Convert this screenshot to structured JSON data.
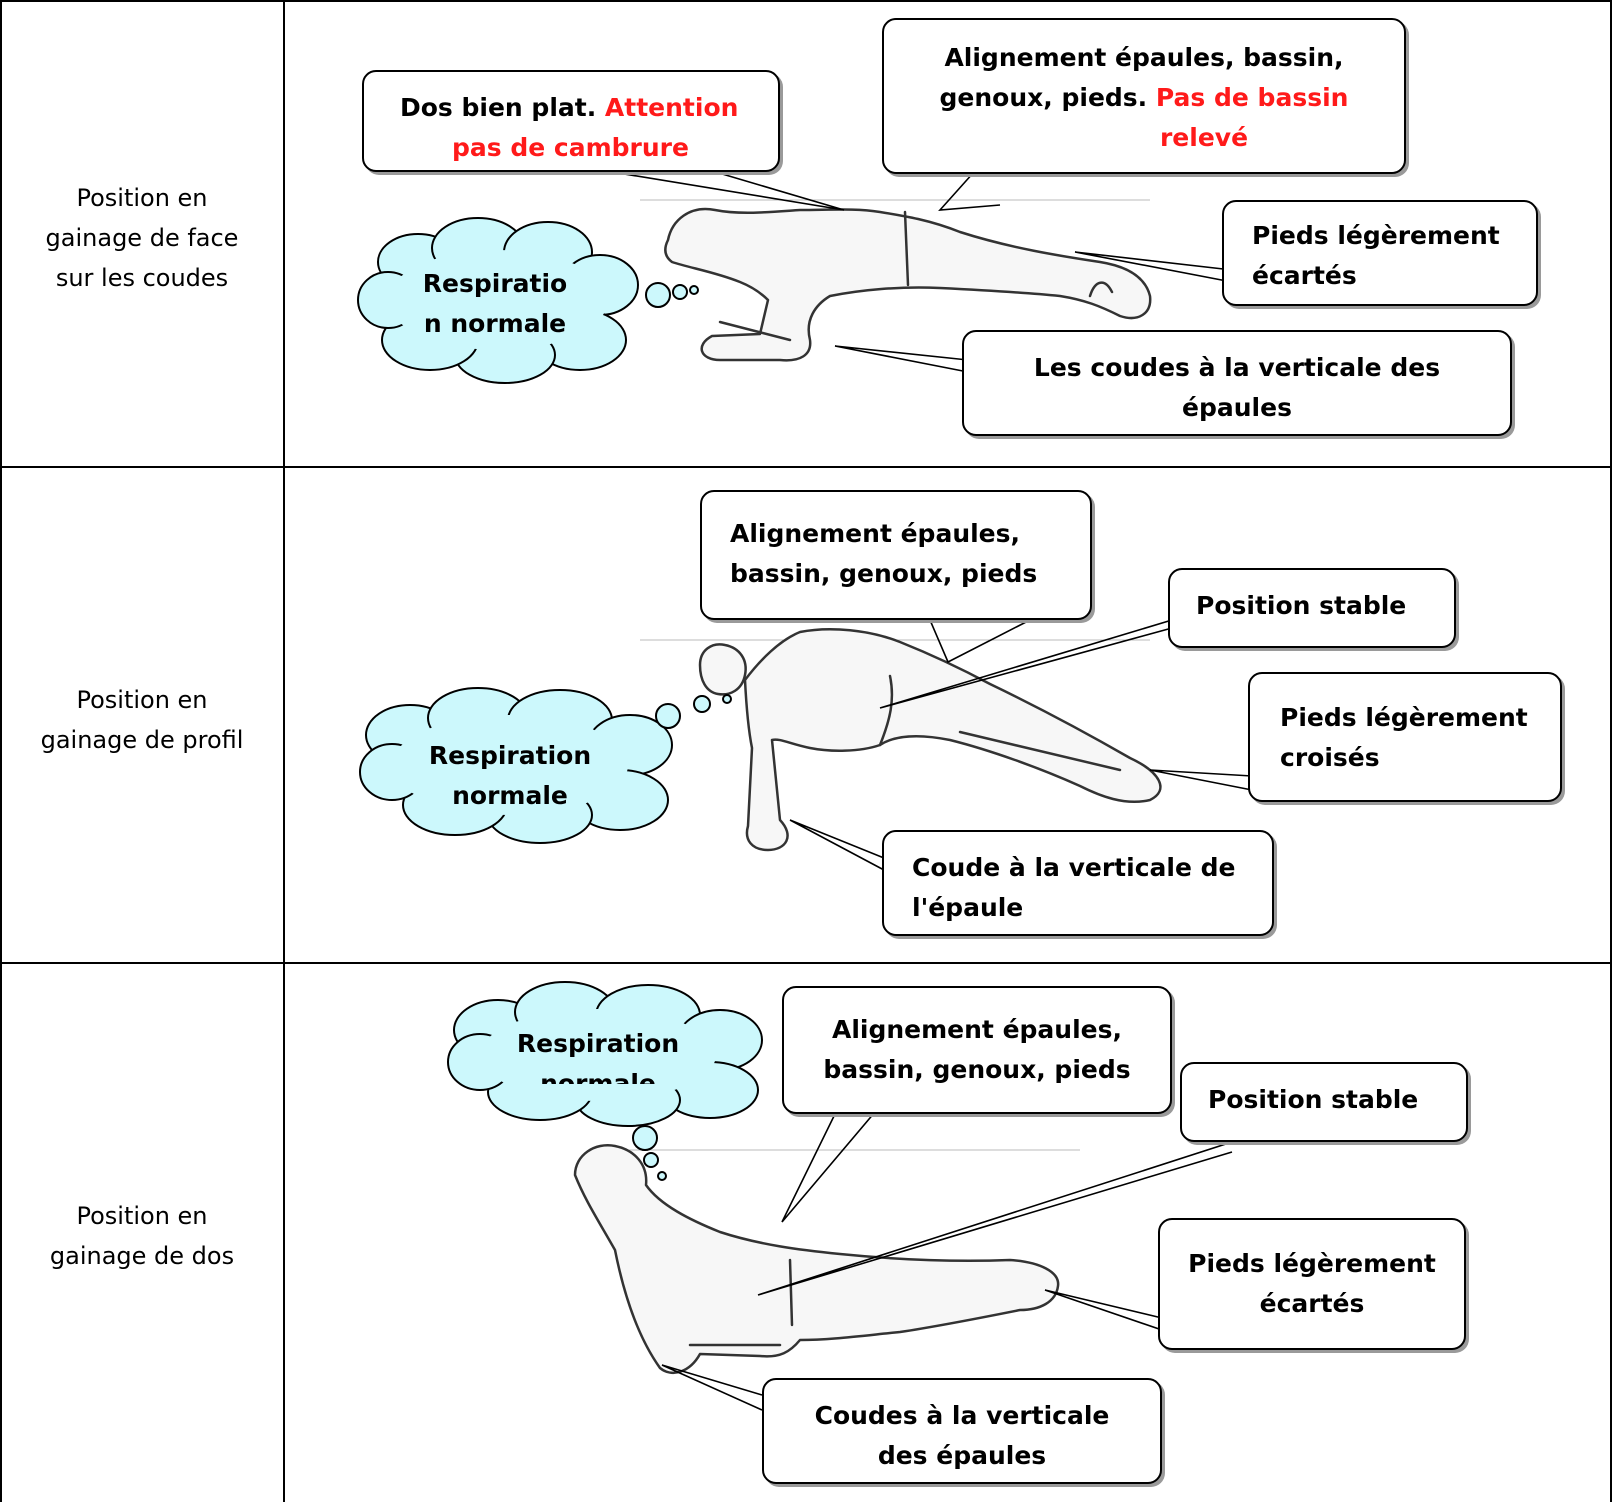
{
  "rows": [
    {
      "label": [
        "Position en",
        "gainage de face",
        "sur les coudes"
      ],
      "cloud": [
        "Respiratio",
        "n normale"
      ],
      "callouts": {
        "back": {
          "line1": "Dos bien plat. ",
          "line1_red": "Attention",
          "line2_red": "pas de cambrure"
        },
        "align": {
          "line1": "Alignement épaules, bassin,",
          "line2": "genoux, pieds. ",
          "line2_red": "Pas de bassin",
          "line3_red": "relevé"
        },
        "feet": [
          "Pieds légèrement",
          "écartés"
        ],
        "elbows": [
          "Les coudes à la verticale des",
          "épaules"
        ]
      }
    },
    {
      "label": [
        "Position en",
        "gainage de profil"
      ],
      "cloud": [
        "Respiration",
        "normale"
      ],
      "callouts": {
        "align": [
          "Alignement épaules,",
          "bassin, genoux, pieds"
        ],
        "stable": "Position stable",
        "feet": [
          "Pieds légèrement",
          "croisés"
        ],
        "elbow": [
          "Coude à la verticale de",
          "l'épaule"
        ]
      }
    },
    {
      "label": [
        "Position en",
        "gainage de dos"
      ],
      "cloud": [
        "Respiration",
        "normale"
      ],
      "callouts": {
        "align": [
          "Alignement épaules,",
          "bassin, genoux, pieds"
        ],
        "stable": "Position stable",
        "feet": [
          "Pieds légèrement",
          "écartés"
        ],
        "elbows": [
          "Coudes à la verticale",
          "des épaules"
        ]
      }
    }
  ],
  "colors": {
    "cloud_fill": "#ccf8fc",
    "warning": "#ff1a1a",
    "figure_fill": "#f7f7f7"
  }
}
